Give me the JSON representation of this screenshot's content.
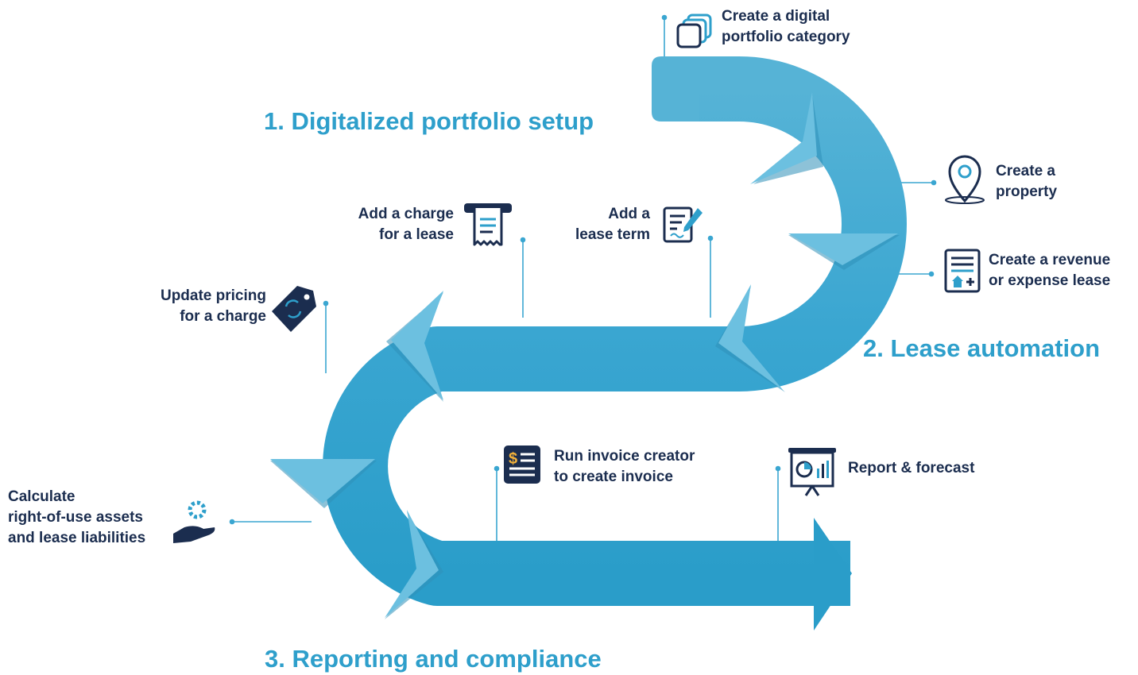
{
  "phases": {
    "p1": "1. Digitalized portfolio setup",
    "p2": "2. Lease automation",
    "p3": "3. Reporting and compliance"
  },
  "steps": {
    "portfolio_category": "Create a digital\nportfolio category",
    "property": "Create a\nproperty",
    "revenue_lease": "Create a revenue\nor expense lease",
    "lease_term": "Add a\nlease term",
    "charge": "Add a charge\nfor a lease",
    "pricing": "Update pricing\nfor a charge",
    "rou": "Calculate\nright-of-use assets\nand lease liabilities",
    "invoice": "Run invoice creator\nto create invoice",
    "report": "Report & forecast"
  },
  "icons": {
    "portfolio_category": "stacked-squares-icon",
    "property": "location-pin-icon",
    "revenue_lease": "lease-document-icon",
    "lease_term": "contract-signature-icon",
    "charge": "receipt-icon",
    "pricing": "price-tag-icon",
    "rou": "hand-gear-icon",
    "invoice": "invoice-dollar-icon",
    "report": "presentation-chart-icon"
  },
  "colors": {
    "phase_text": "#2e9fcb",
    "step_text": "#1b2d4f",
    "arrow_top": "#56b3d6",
    "arrow_mid": "#3aa6d1",
    "arrow_bottom": "#2a9dc9",
    "connector": "#3aa6d1"
  }
}
